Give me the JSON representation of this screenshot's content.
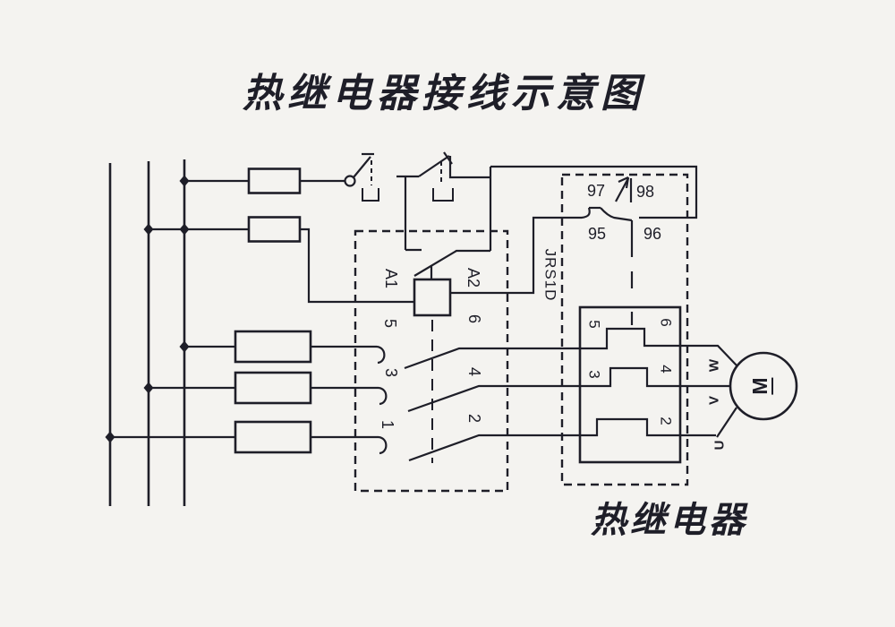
{
  "colors": {
    "ink": "#1e1e28",
    "bg": "#f4f3f0"
  },
  "title": "热继电器接线示意图",
  "caption": "热继电器",
  "relay": {
    "model": "JRS1D",
    "no_left": "97",
    "no_right": "98",
    "nc_left": "95",
    "nc_right": "96",
    "term_left_top": "5",
    "term_left_mid": "3",
    "term_right_top": "6",
    "term_right_mid": "4",
    "term_right_bot": "2"
  },
  "contactor": {
    "coil_left": "A1",
    "coil_right": "A2",
    "pole_left_top": "5",
    "pole_left_mid": "3",
    "pole_left_bot": "1",
    "pole_right_top": "6",
    "pole_right_mid": "4",
    "pole_right_bot": "2"
  },
  "motor": {
    "symbol": "M",
    "phase_top": "W",
    "phase_mid": "V",
    "phase_bot": "U"
  }
}
